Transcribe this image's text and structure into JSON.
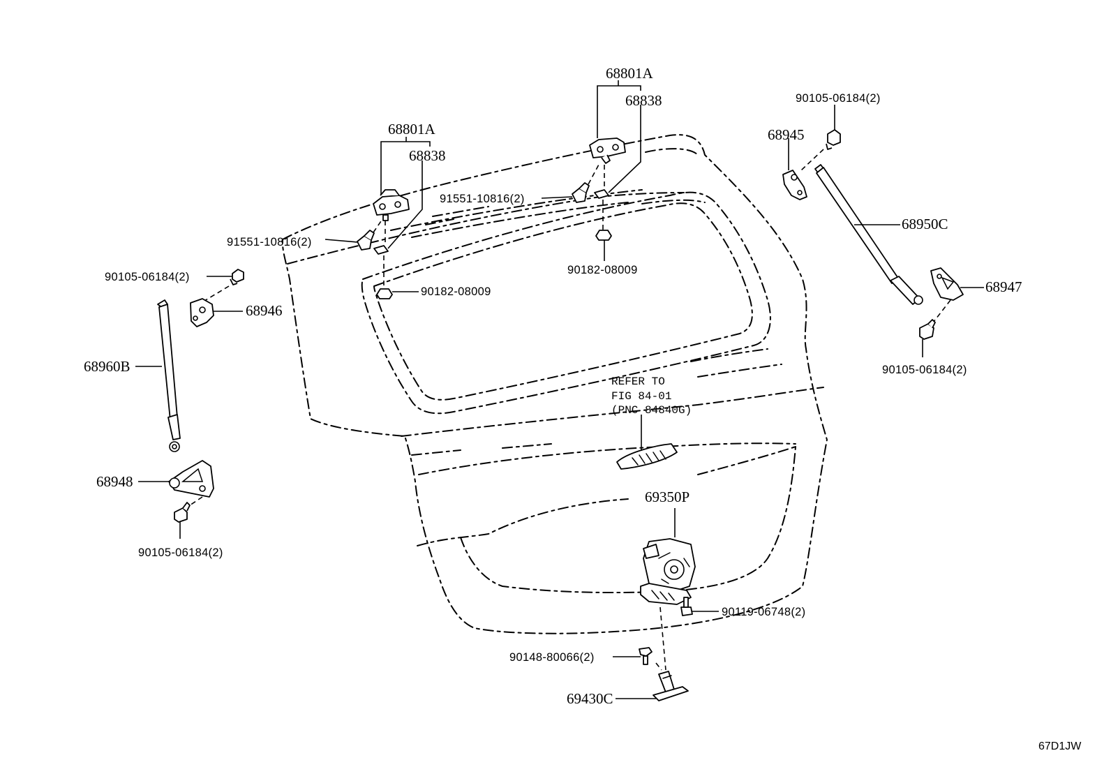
{
  "diagram": {
    "figure_code": "67D1JW",
    "labels": {
      "hinge_assy_right": "68801A",
      "hinge_right": "68838",
      "hinge_assy_left": "68801A",
      "hinge_left": "68838",
      "bolt_9155_left": "91551-10816(2)",
      "bolt_9155_right": "91551-10816(2)",
      "nut_9018_left": "90182-08009",
      "nut_9018_right": "90182-08009",
      "bolt_90105_top_left": "90105-06184(2)",
      "bolt_90105_bottom_left": "90105-06184(2)",
      "bolt_90105_top_right": "90105-06184(2)",
      "bolt_90105_bottom_right": "90105-06184(2)",
      "bracket_68946": "68946",
      "stay_68960B": "68960B",
      "bracket_68948": "68948",
      "bracket_68945": "68945",
      "stay_68950C": "68950C",
      "bracket_68947": "68947",
      "lock_69350P": "69350P",
      "bolt_90119": "90119-06748(2)",
      "screw_90148": "90148-80066(2)",
      "striker_69430C": "69430C",
      "refer_line1": "REFER TO",
      "refer_line2": "FIG 84-01",
      "refer_line3": "(PNC 84840G)"
    }
  }
}
